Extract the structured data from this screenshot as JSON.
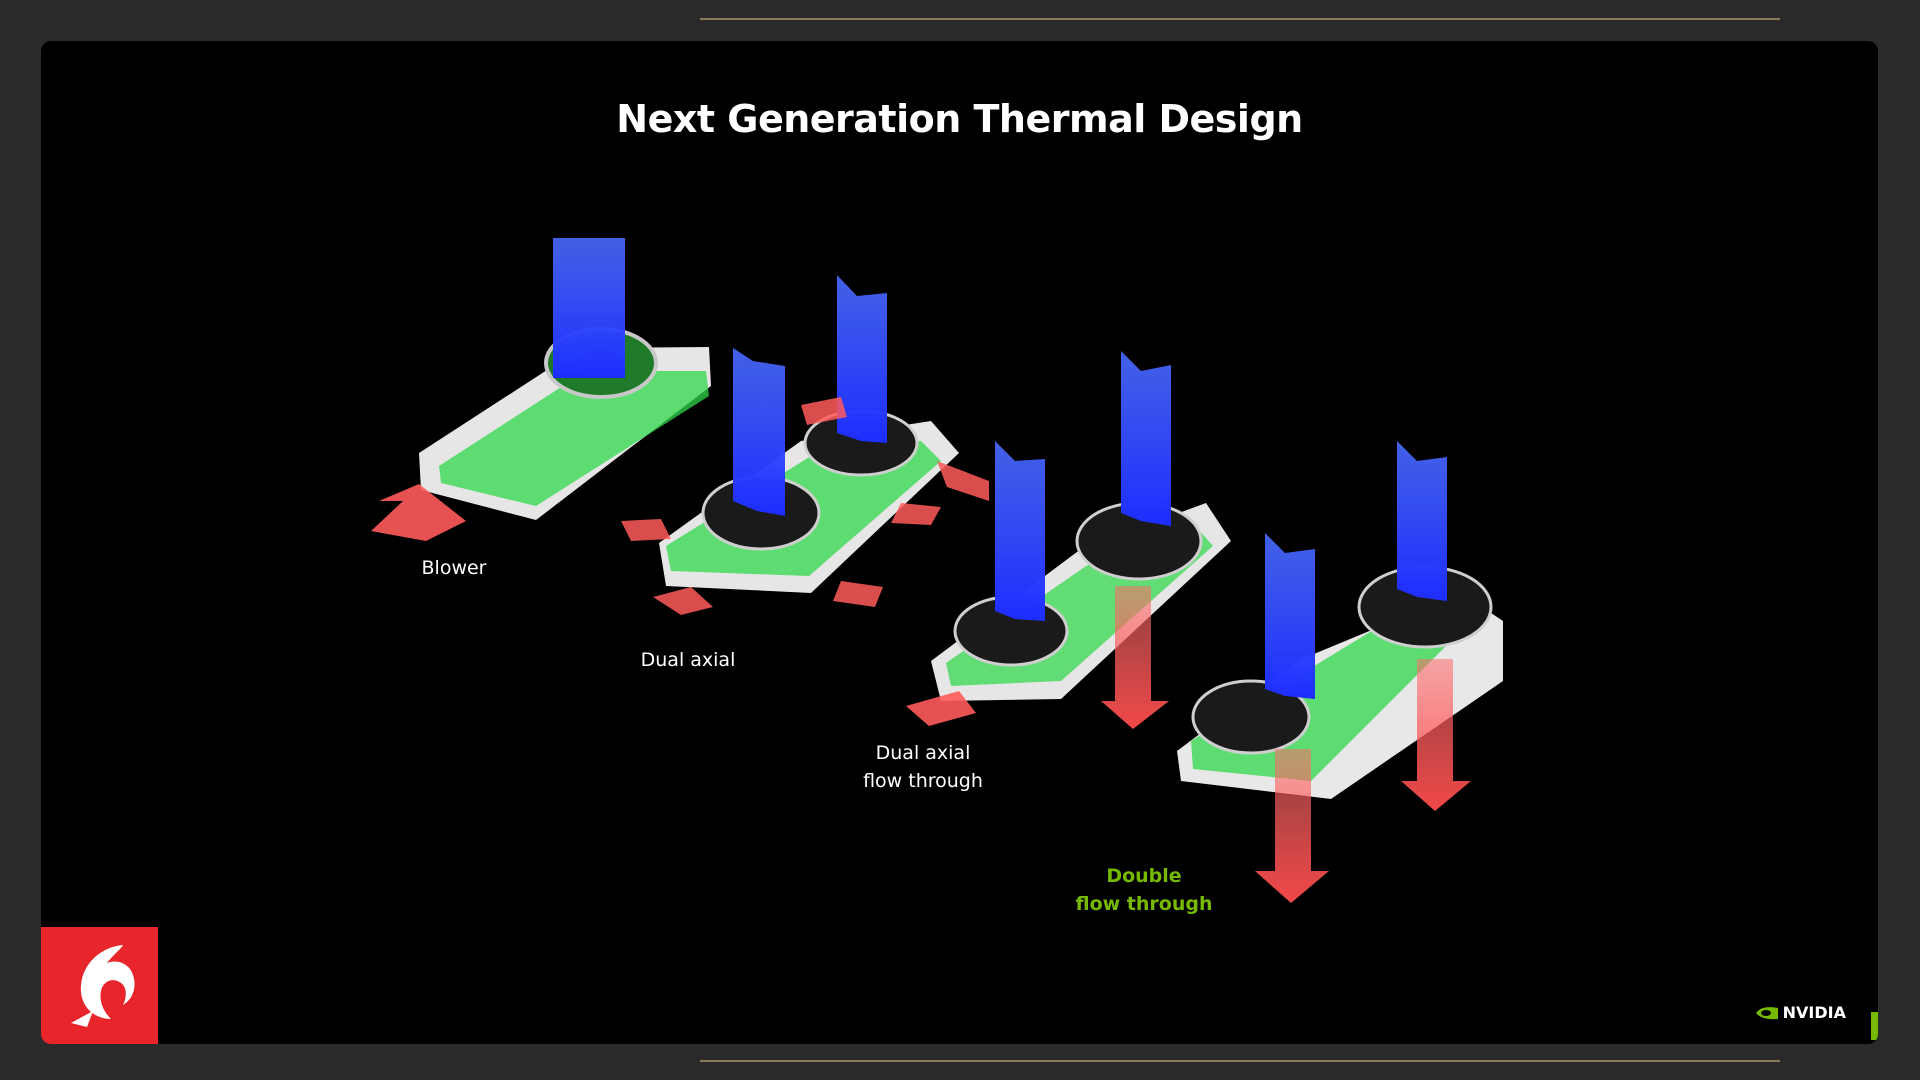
{
  "slide": {
    "title": "Next Generation Thermal Design",
    "designs": [
      {
        "label": "Blower"
      },
      {
        "label": "Dual axial"
      },
      {
        "label": "Dual axial flow through",
        "lines": [
          "Dual axial",
          "flow through"
        ]
      },
      {
        "label": "Double flow through",
        "lines": [
          "Double",
          "flow through"
        ]
      }
    ],
    "brand": "NVIDIA"
  },
  "colors": {
    "intake": "#3a5cff",
    "exhaust": "#ff5a5a",
    "pcb": "#2fd84a",
    "shroud": "#e8e8e8",
    "highlight": "#76b900",
    "logo_bg": "#e8252a"
  }
}
